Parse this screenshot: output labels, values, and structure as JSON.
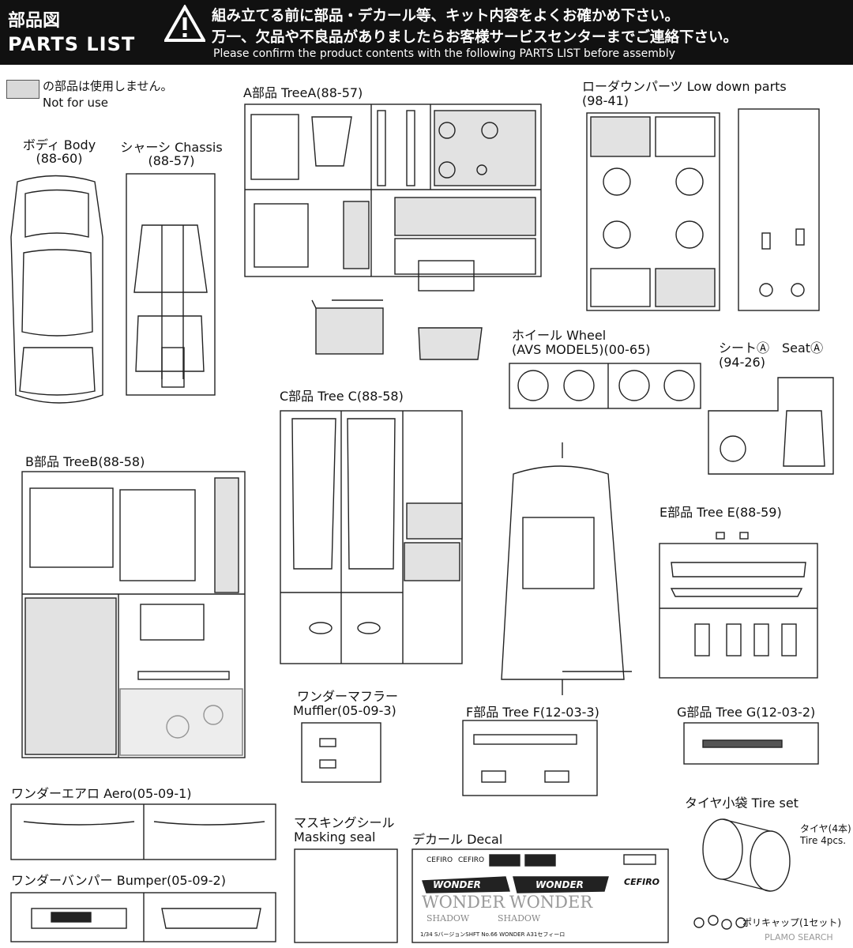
{
  "header": {
    "title_jp": "部品図",
    "title_en": "PARTS LIST",
    "notice_jp_1": "組み立てる前に部品・デカール等、キット内容をよくお確かめ下さい。",
    "notice_jp_2": "万一、欠品や不良品がありましたらお客様サービスセンターまでご連絡下さい。",
    "notice_en": "Please confirm the product contents with the following PARTS LIST before assembly"
  },
  "legend": {
    "text_jp": "の部品は使用しません。",
    "text_en": "Not for use"
  },
  "sections": {
    "body": {
      "title": "ボディ Body",
      "code": "(88-60)"
    },
    "chassis": {
      "title": "シャーシ Chassis",
      "code": "(88-57)"
    },
    "tree_a": {
      "title": "A部品 TreeA(88-57)"
    },
    "lowdown": {
      "title": "ローダウンパーツ Low down parts",
      "code": "(98-41)"
    },
    "wheel": {
      "title": "ホイール Wheel",
      "code": "(AVS MODEL5)(00-65)"
    },
    "seat": {
      "title": "シートⒶ　SeatⒶ",
      "code": "(94-26)"
    },
    "tree_b": {
      "title": "B部品 TreeB(88-58)"
    },
    "tree_c": {
      "title": "C部品 Tree C(88-58)"
    },
    "tree_e": {
      "title": "E部品 Tree E(88-59)"
    },
    "muffler": {
      "title": "ワンダーマフラー",
      "code": "Muffler(05-09-3)"
    },
    "tree_f": {
      "title": "F部品 Tree F(12-03-3)"
    },
    "tree_g": {
      "title": "G部品 Tree G(12-03-2)"
    },
    "aero": {
      "title": "ワンダーエアロ Aero(05-09-1)"
    },
    "bumper": {
      "title": "ワンダーバンパー Bumper(05-09-2)"
    },
    "masking": {
      "title": "マスキングシール",
      "code": "Masking seal"
    },
    "decal": {
      "title": "デカール Decal"
    },
    "tire": {
      "title": "タイヤ小袋 Tire set",
      "tire_label": "タイヤ(4本)",
      "tire_en": "Tire 4pcs.",
      "polycap": "ポリキャップ(1セット)"
    }
  },
  "decal_text": {
    "cefiro": "CEFIRO",
    "wonder": "WONDER",
    "shadow": "SHADOW",
    "footer": "1/34 SバージョンSHFT No.66 WONDER A31セフィーロ"
  },
  "watermark": "PLAMO SEARCH",
  "colors": {
    "header_bg": "#111111",
    "not_for_use": "#d9d9d9",
    "line": "#222222"
  }
}
